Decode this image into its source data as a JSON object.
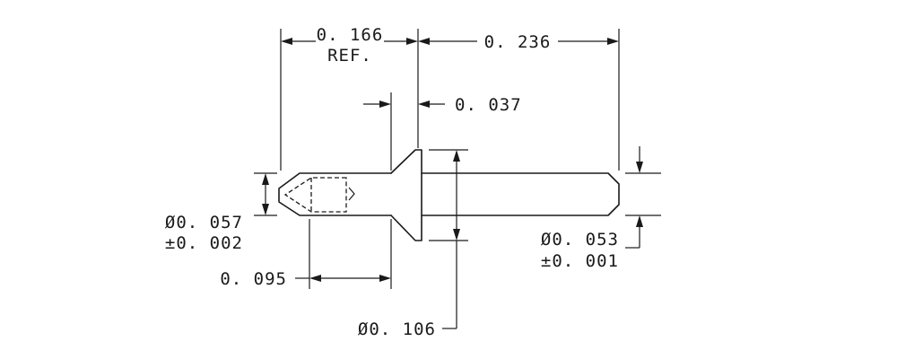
{
  "dimensions": {
    "overall_ref": "0. 166",
    "overall_ref_suffix": "REF.",
    "shank_length": "0. 236",
    "flange_thickness": "0. 037",
    "head_diameter": "Ø0. 057",
    "head_diameter_tol": "±0. 002",
    "shank_diameter": "Ø0. 053",
    "shank_diameter_tol": "±0. 001",
    "head_length": "0. 095",
    "flange_diameter": "Ø0. 106"
  }
}
